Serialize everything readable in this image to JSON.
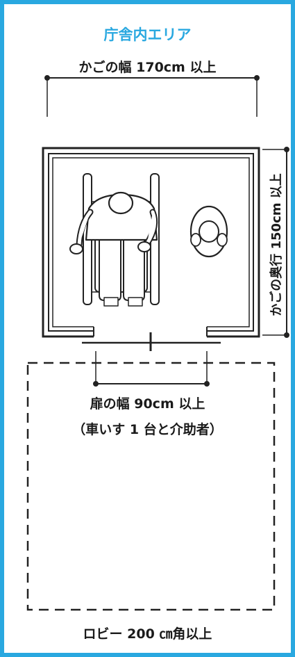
{
  "frame": {
    "border_color": "#29a8e0"
  },
  "labels": {
    "area_title": "庁舎内エリア",
    "car_width": "かごの幅 170cm 以上",
    "car_depth": "かごの奥行 150cm 以上",
    "door_width": "扉の幅 90cm 以上",
    "capacity_note": "（車いす 1 台と介助者）",
    "lobby_size": "ロビー 200 ㎝角以上"
  }
}
